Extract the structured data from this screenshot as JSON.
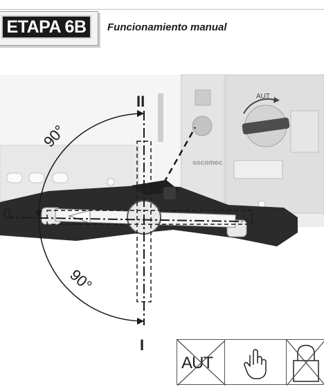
{
  "header": {
    "step_label": "ETAPA 6B",
    "subtitle": "Funcionamiento manual"
  },
  "diagram": {
    "position_top": "II",
    "position_left": "0",
    "position_bottom": "I",
    "angle_upper": "90°",
    "angle_lower": "90°",
    "device_label_aut": "AUT",
    "device_brand": "socomec"
  },
  "icons": {
    "aut_crossed": "AUT",
    "hand": "hand-pointer-icon",
    "padlock": "padlock-crossed-icon"
  },
  "colors": {
    "badge_bg": "#1a1a1a",
    "handle": "#2b2b2b",
    "device_gray": "#d8d8d8"
  }
}
